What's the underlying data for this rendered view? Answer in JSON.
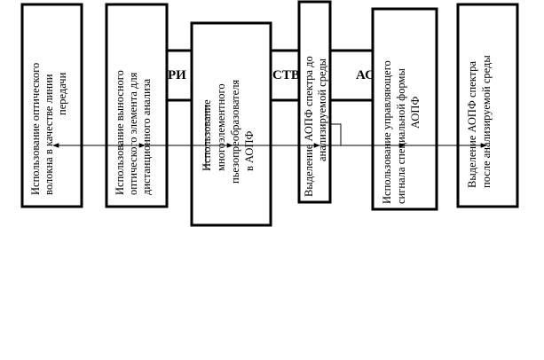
{
  "band": {
    "fragments": [
      "РИ",
      "СТВ",
      "АС"
    ]
  },
  "boxes": [
    {
      "id": "optical-fiber",
      "lines": [
        "Использование оптического",
        "волокна в качестве линии",
        "передачи"
      ]
    },
    {
      "id": "remote-element",
      "lines": [
        "Использование выносного",
        "оптического элемента для",
        "дистанционного анализа"
      ]
    },
    {
      "id": "multi-element-transducer",
      "lines": [
        "Использование",
        "многоэлементного",
        "пьезопреобразователя",
        "в АОПФ"
      ]
    },
    {
      "id": "spectrum-before",
      "lines": [
        "Выделение АОПФ спектра до",
        "анализируемой среды"
      ]
    },
    {
      "id": "control-signal",
      "lines": [
        "Использование  управляющего",
        "сигнала специальной формы",
        "АОПФ"
      ]
    },
    {
      "id": "spectrum-after",
      "lines": [
        "Выделение АОПФ спектра",
        "после  анализируемой среды"
      ]
    }
  ]
}
